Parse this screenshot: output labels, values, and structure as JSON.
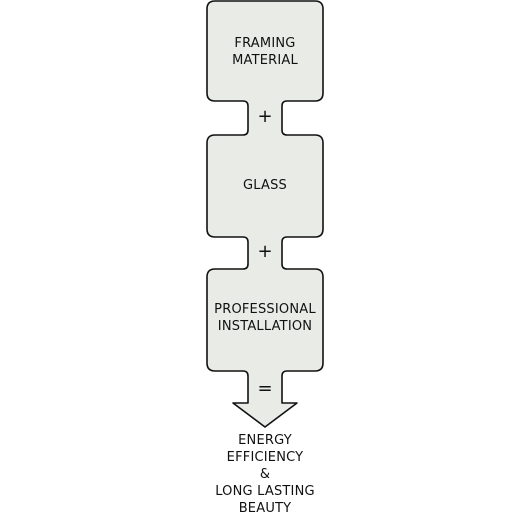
{
  "diagram": {
    "steps": [
      {
        "label": "FRAMING\nMATERIAL"
      },
      {
        "label": "GLASS"
      },
      {
        "label": "PROFESSIONAL\nINSTALLATION"
      }
    ],
    "operators": [
      "+",
      "+",
      "="
    ],
    "result": "ENERGY\nEFFICIENCY\n&\nLONG LASTING\nBEAUTY"
  },
  "colors": {
    "box_fill": "#e8ebe6",
    "outline": "#111111",
    "background": "#ffffff"
  }
}
